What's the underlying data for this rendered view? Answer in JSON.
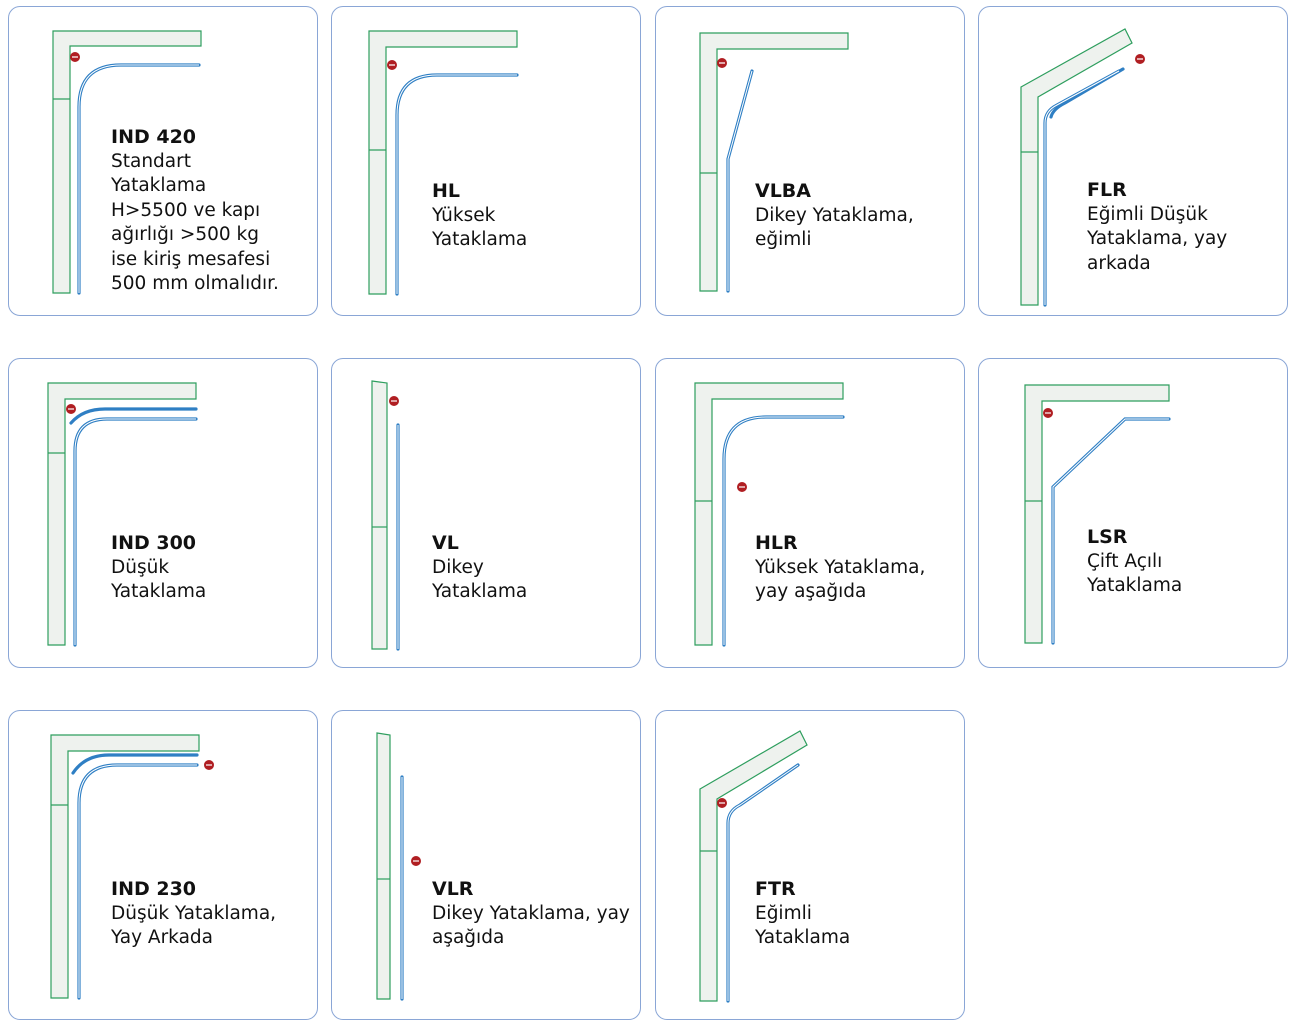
{
  "colors": {
    "card_border": "#8aa6d6",
    "wall": "#2e9e5e",
    "rail": "#2f7fc4",
    "spring_marker": "#b01e22"
  },
  "icons": {
    "spring_marker": "spring-marker-icon"
  },
  "cards": [
    {
      "code": "IND 420",
      "lines": [
        "Standart",
        "Yataklama",
        "H>5500 ve kapı",
        "ağırlığı >500 kg",
        "ise kiriş mesafesi",
        "500 mm olmalıdır."
      ]
    },
    {
      "code": "HL",
      "lines": [
        "Yüksek",
        "Yataklama"
      ]
    },
    {
      "code": "VLBA",
      "lines": [
        "Dikey Yataklama,",
        "eğimli"
      ]
    },
    {
      "code": "FLR",
      "lines": [
        "Eğimli Düşük",
        "Yataklama, yay",
        "arkada"
      ]
    },
    {
      "code": "IND 300",
      "lines": [
        "Düşük",
        "Yataklama"
      ]
    },
    {
      "code": "VL",
      "lines": [
        "Dikey",
        "Yataklama"
      ]
    },
    {
      "code": "HLR",
      "lines": [
        "Yüksek Yataklama,",
        "yay aşağıda"
      ]
    },
    {
      "code": "LSR",
      "lines": [
        "Çift Açılı",
        "Yataklama"
      ]
    },
    {
      "code": "IND 230",
      "lines": [
        "Düşük Yataklama,",
        "Yay Arkada"
      ]
    },
    {
      "code": "VLR",
      "lines": [
        "Dikey Yataklama, yay",
        "aşağıda"
      ]
    },
    {
      "code": "FTR",
      "lines": [
        "Eğimli",
        "Yataklama"
      ]
    }
  ]
}
